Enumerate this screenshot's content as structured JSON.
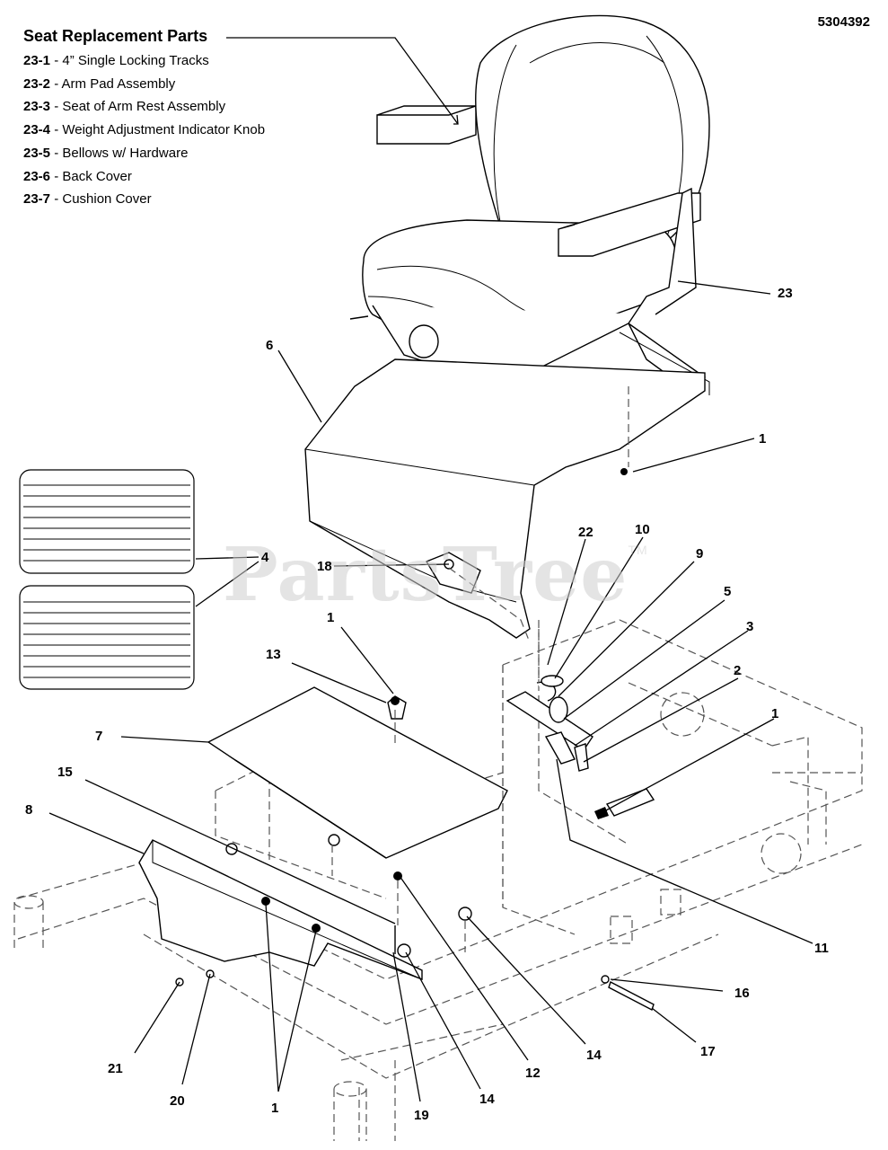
{
  "diagram_id": "5304392",
  "legend": {
    "title": "Seat Replacement Parts",
    "items": [
      {
        "code": "23-1",
        "desc": " - 4” Single Locking Tracks"
      },
      {
        "code": "23-2",
        "desc": " - Arm Pad Assembly"
      },
      {
        "code": "23-3",
        "desc": " - Seat of Arm Rest Assembly"
      },
      {
        "code": "23-4",
        "desc": " - Weight Adjustment Indicator Knob"
      },
      {
        "code": "23-5",
        "desc": " - Bellows w/ Hardware"
      },
      {
        "code": "23-6",
        "desc": " - Back Cover"
      },
      {
        "code": "23-7",
        "desc": " - Cushion Cover"
      }
    ]
  },
  "watermark": {
    "text": "PartsTree",
    "mark": "TM"
  },
  "callouts": [
    "23",
    "6",
    "1",
    "22",
    "10",
    "9",
    "5",
    "3",
    "2",
    "4",
    "18",
    "1",
    "13",
    "7",
    "1",
    "15",
    "8",
    "11",
    "16",
    "17",
    "14",
    "12",
    "14",
    "21",
    "20",
    "1",
    "19"
  ]
}
